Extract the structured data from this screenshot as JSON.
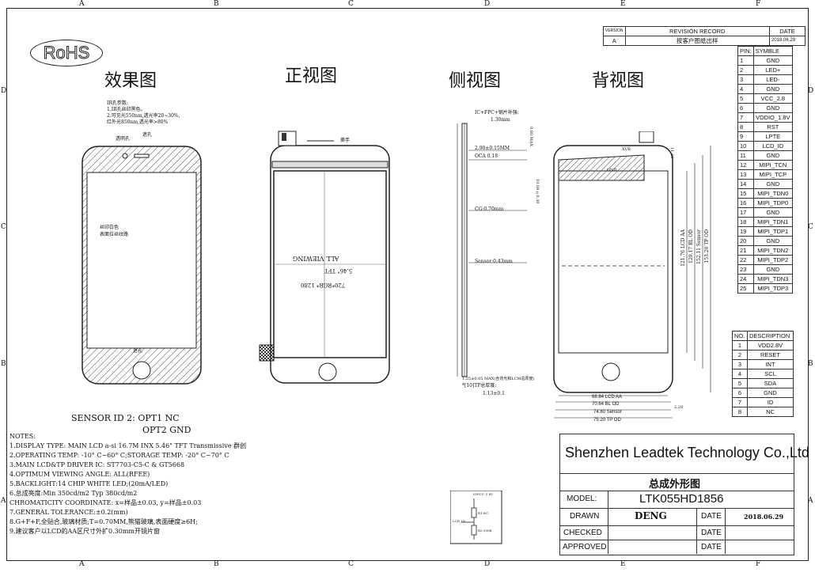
{
  "zones_top": [
    "A",
    "B",
    "C",
    "D",
    "E",
    "F"
  ],
  "zones_side": [
    "D",
    "C",
    "B",
    "A"
  ],
  "rohs": "RoHS",
  "headings": {
    "effect": "效果图",
    "front": "正视图",
    "side": "侧视图",
    "back": "背视图"
  },
  "revision": {
    "col_version": "VERSION",
    "col_record": "REVISION RECORD",
    "col_date": "DATE",
    "version": "A",
    "record": "按客户图纸出样",
    "date": "2018.06.29"
  },
  "pin_table": {
    "col_pin": "PIN:",
    "col_symbol": "SYMBLE",
    "rows": [
      [
        "1",
        "GND"
      ],
      [
        "2",
        "LED+"
      ],
      [
        "3",
        "LED-"
      ],
      [
        "4",
        "GND"
      ],
      [
        "5",
        "VCC_2.8"
      ],
      [
        "6",
        "GND"
      ],
      [
        "7",
        "VDDIO_1.8V"
      ],
      [
        "8",
        "RST"
      ],
      [
        "9",
        "LPTE"
      ],
      [
        "10",
        "LCD_ID"
      ],
      [
        "11",
        "GND"
      ],
      [
        "12",
        "MIPI_TCN"
      ],
      [
        "13",
        "MIPI_TCP"
      ],
      [
        "14",
        "GND"
      ],
      [
        "15",
        "MIPI_TDN0"
      ],
      [
        "16",
        "MIPI_TDP0"
      ],
      [
        "17",
        "GND"
      ],
      [
        "18",
        "MIPI_TDN1"
      ],
      [
        "19",
        "MIPI_TDP1"
      ],
      [
        "20",
        "GND"
      ],
      [
        "21",
        "MIPI_TDN2"
      ],
      [
        "22",
        "MIPI_TDP2"
      ],
      [
        "23",
        "GND"
      ],
      [
        "24",
        "MIPI_TDN3"
      ],
      [
        "25",
        "MIPI_TDP3"
      ]
    ]
  },
  "tp_table": {
    "col_no": "NO.",
    "col_desc": "DESCRIPTION",
    "rows": [
      [
        "1",
        "VDD2.8V"
      ],
      [
        "2",
        "RESET"
      ],
      [
        "3",
        "INT"
      ],
      [
        "4",
        "SCL"
      ],
      [
        "5",
        "SDA"
      ],
      [
        "6",
        "GND"
      ],
      [
        "7",
        "ID"
      ],
      [
        "8",
        "NC"
      ]
    ]
  },
  "effect_view": {
    "ir_notes": [
      "IR孔参数:",
      "1.IR孔丝印黑色。",
      "2.可见光550nm,透光率20~30%,",
      "  红外光850nm,透光率>80%"
    ],
    "label_trans": "透明孔",
    "label_hole": "遮孔",
    "label_ink": "丝印白色",
    "label_ink2": "表面拉丝纹路",
    "label_bottom": "遮孔"
  },
  "front_view": {
    "label_tab": "撕手",
    "mirrored_1": "ALL VIEWING",
    "mirrored_2": "5.46\" TFT",
    "mirrored_3": "720*RGB* 1280"
  },
  "side_view": {
    "top_note": "IC+FPC+钢片补强:",
    "top_dim": "1.30mm",
    "max": "0.80 MAX",
    "l1": "2.90±0.15MM",
    "l2": "OCA 0.18",
    "l3": "CG:0.70mm",
    "l4": "Sensor:0.43mm",
    "l5": "1.25±0.05 MAX(含背光和LCM总厚度)",
    "l6": "*[10]TP总厚度:",
    "l7": "1.13±0.1",
    "r1": "10.04±0.30"
  },
  "back_view": {
    "dims_v": [
      "121.76 LCD AA",
      "129.17 BL OD",
      "152.11 Sensor",
      "153.20 TP OD"
    ],
    "dims_h": [
      "68.84 LCD AA",
      "70.64 BL OD",
      "74.80 Sensor",
      "75.20 TP OD"
    ],
    "dim_side": "2.28",
    "dim_top": "11.46",
    "label_gnd": "GND",
    "label_xvr": "XVR"
  },
  "sensor_id": {
    "line1": "SENSOR ID 2: OPT1 NC",
    "line2": "OPT2 GND"
  },
  "notes": [
    "NOTES:",
    "1.DISPLAY TYPE: MAIN LCD a-si 16.7M INX 5.46\" TFT  Transmissive 群创",
    "2.OPERATING TEMP: -10° C~60° C;STORAGE TEMP: -20° C~70° C",
    "3.MAIN LCD&TP DRIVER IC: ST7703-C5-C & GT5668",
    "4.OPTIMUM VIEWING ANGLE: ALL(RFEE)",
    "5.BACKLIGHT:14 CHIP WHITE LED;(20mA/LED)",
    "6.总成亮度:Min 350cd/m2      Typ 380cd/m2",
    "  CHROMATICITY COORDINATE:  x=样品±0.03, y=样品±0.03",
    "7.GENERAL TOLERANCE:±0.2(mm)",
    "8.G+F+F,全贴合,玻璃材质;T=0.70MM,熊猫玻璃,表面硬度≥6H;",
    "9.建议客户以LCD的AA区尺寸外扩0.30mm开镜片窗"
  ],
  "circuit": {
    "vcc": "IOVCC_1.8V",
    "r1": "R1:NC",
    "r2": "R2:100K",
    "lcd": "LCD_ID"
  },
  "title_block": {
    "company": "Shenzhen Leadtek Technology Co.,Ltd",
    "drawing_title": "总成外形图",
    "model_label": "MODEL:",
    "model": "LTK055HD1856",
    "drawn_label": "DRAWN",
    "drawn": "DENG",
    "date_label": "DATE",
    "drawn_date": "2018.06.29",
    "checked_label": "CHECKED",
    "approved_label": "APPROVED"
  }
}
